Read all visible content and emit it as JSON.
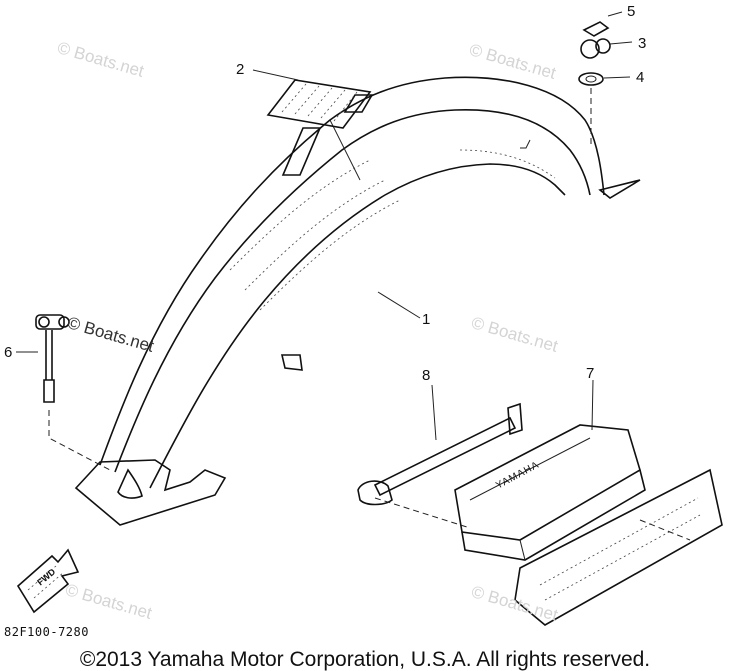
{
  "callouts": [
    "1",
    "2",
    "3",
    "4",
    "5",
    "6",
    "7",
    "8"
  ],
  "watermark_text": "© Boats.net",
  "fwd_label": "FWD",
  "box_brand_label": "YAMAHA",
  "part_number": "82F100-7280",
  "copyright": "©2013 Yamaha Motor Corporation, U.S.A. All rights reserved.",
  "colors": {
    "ink": "#111111",
    "watermark": "#d4d4d4",
    "background": "#ffffff"
  }
}
